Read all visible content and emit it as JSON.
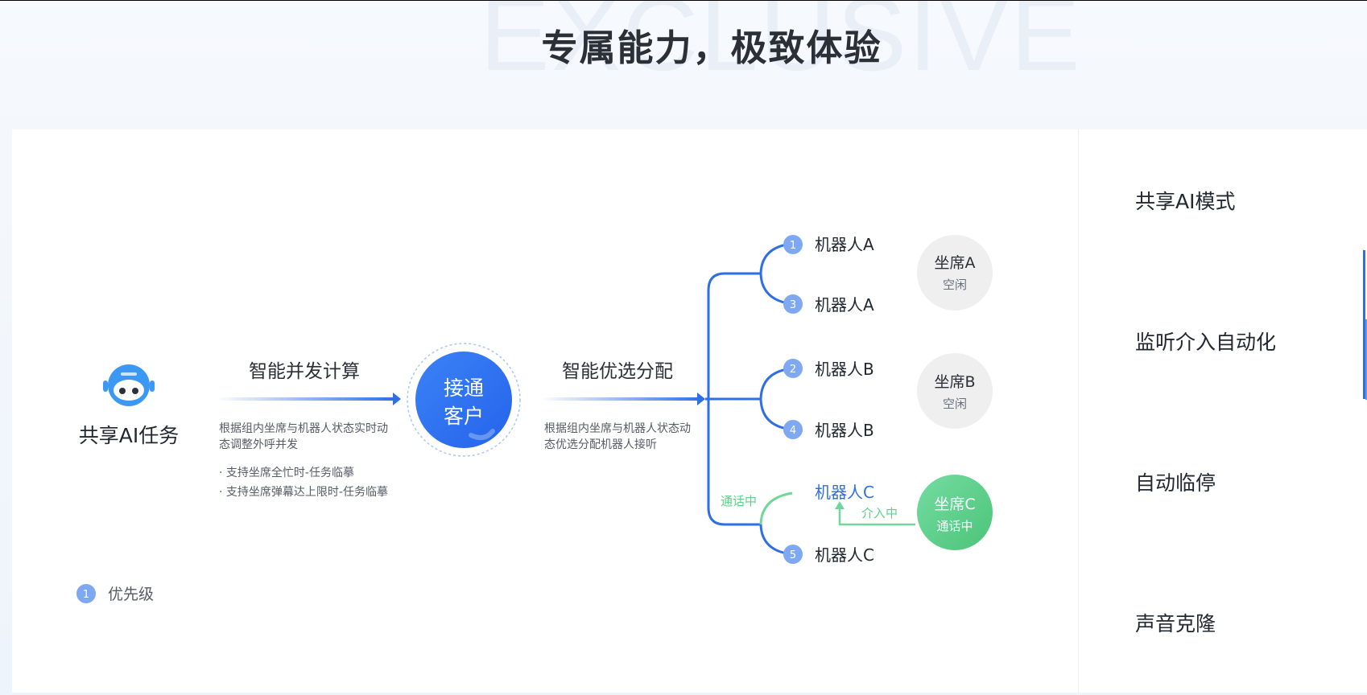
{
  "header": {
    "watermark": "EXCLUSIVE",
    "title": "专属能力，极致体验"
  },
  "colors": {
    "accent_blue": "#2f6fe6",
    "light_blue": "#7fa8f2",
    "green": "#5fd08a",
    "gray_circle": "#efefef",
    "text_dark": "#222831"
  },
  "diagram": {
    "robot_icon": "robot-icon",
    "source_label": "共享AI任务",
    "step1": {
      "title": "智能并发计算",
      "desc_line1": "根据组内坐席与机器人状态实时动",
      "desc_line2": "态调整外呼并发",
      "bullet1": "· 支持坐席全忙时-任务临摹",
      "bullet2": "· 支持坐席弹幕达上限时-任务临摹"
    },
    "hub": {
      "line1": "接通",
      "line2": "客户"
    },
    "step2": {
      "title": "智能优选分配",
      "desc_line1": "根据组内坐席与机器人状态动",
      "desc_line2": "态优选分配机器人接听"
    },
    "robots": [
      {
        "priority": "1",
        "label": "机器人A"
      },
      {
        "priority": "3",
        "label": "机器人A"
      },
      {
        "priority": "2",
        "label": "机器人B"
      },
      {
        "priority": "4",
        "label": "机器人B"
      },
      {
        "priority": "",
        "label": "机器人C"
      },
      {
        "priority": "5",
        "label": "机器人C"
      }
    ],
    "seats": [
      {
        "name": "坐席A",
        "status": "空闲"
      },
      {
        "name": "坐席B",
        "status": "空闲"
      },
      {
        "name": "坐席C",
        "status": "通话中"
      }
    ],
    "in_call_label": "通话中",
    "intervene_label": "介入中",
    "legend": {
      "number": "1",
      "label": "优先级"
    }
  },
  "menu": {
    "items": [
      {
        "label": "共享AI模式"
      },
      {
        "label": "监听介入自动化"
      },
      {
        "label": "自动临停"
      },
      {
        "label": "声音克隆"
      }
    ]
  }
}
